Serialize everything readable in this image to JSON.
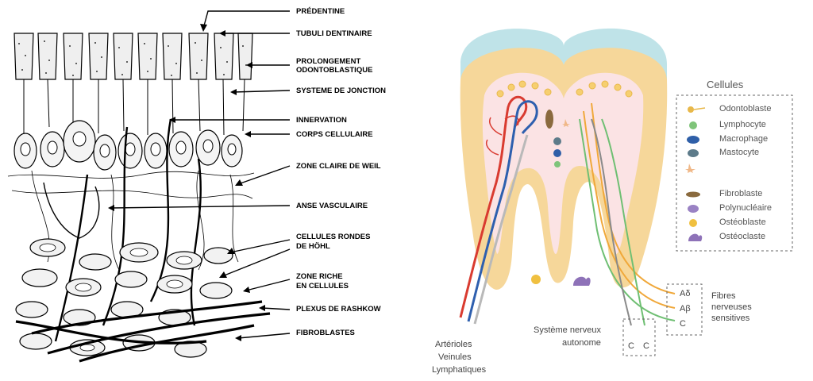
{
  "left_figure": {
    "labels": {
      "predentine": "PRÉDENTINE",
      "tubuli": "TUBULI DENTINAIRE",
      "prolongement_1": "PROLONGEMENT",
      "prolongement_2": "ODONTOBLASTIQUE",
      "jonction": "SYSTEME DE JONCTION",
      "innervation": "INNERVATION",
      "corps": "CORPS CELLULAIRE",
      "weil": "ZONE CLAIRE DE WEIL",
      "anse": "ANSE VASCULAIRE",
      "hohl_1": "CELLULES RONDES",
      "hohl_2": "DE HÖHL",
      "riche_1": "ZONE RICHE",
      "riche_2": "EN CELLULES",
      "rashkow": "PLEXUS DE RASHKOW",
      "fibroblastes": "FIBROBLASTES"
    }
  },
  "right_figure": {
    "legend": {
      "title": "Cellules",
      "items": [
        {
          "label": "Odontoblaste",
          "icon": "odontoblast-icon",
          "color": "#e8b84a"
        },
        {
          "label": "Lymphocyte",
          "icon": "lymphocyte-icon",
          "color": "#7fc47a"
        },
        {
          "label": "Macrophage",
          "icon": "macrophage-icon",
          "color": "#2f5fa8"
        },
        {
          "label": "Mastocyte",
          "icon": "mastocyte-icon",
          "color": "#5d7b8a"
        },
        {
          "label": "",
          "icon": "dendritic-cell-icon",
          "color": "#f0b888"
        },
        {
          "label": "Fibroblaste",
          "icon": "fibroblast-icon",
          "color": "#8a6a3e"
        },
        {
          "label": "Polynucléaire",
          "icon": "polynuclear-icon",
          "color": "#9a82c4"
        },
        {
          "label": "Ostéoblaste",
          "icon": "osteoblast-icon",
          "color": "#f0c040"
        },
        {
          "label": "Ostéoclaste",
          "icon": "osteoclast-icon",
          "color": "#8e72b8"
        }
      ]
    },
    "fibres": {
      "a_delta": "Aδ",
      "a_beta": "Aβ",
      "c": "C",
      "caption_1": "Fibres",
      "caption_2": "nerveuses",
      "caption_3": "sensitives"
    },
    "autonome": {
      "line1": "Système nerveux",
      "line2": "autonome",
      "c1": "C",
      "c2": "C"
    },
    "vessels": {
      "arterioles": "Artérioles",
      "veinules": "Veinules",
      "lymphatiques": "Lymphatiques"
    },
    "colors": {
      "enamel": "#bfe3e8",
      "dentin": "#f6d79a",
      "pulp": "#fbe3e4",
      "artery": "#d93b30",
      "vein": "#2e5fae",
      "lymph": "#b9b9b9",
      "nerve_orange": "#f0a83a",
      "nerve_green": "#6fbf73",
      "nerve_grey": "#8a8a8a"
    }
  }
}
